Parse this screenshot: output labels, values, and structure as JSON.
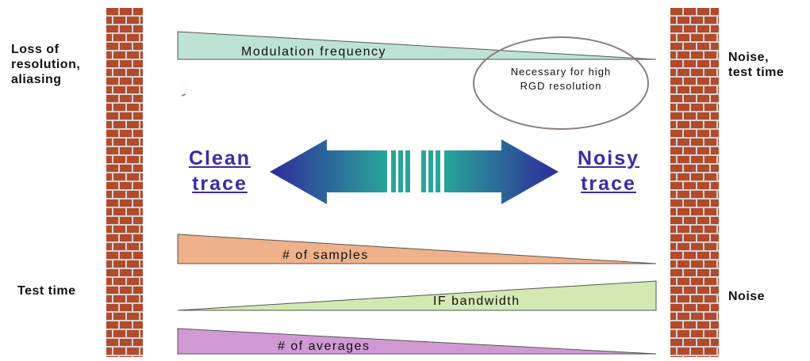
{
  "left_labels": {
    "top": "Loss of\nresolution,\naliasing",
    "bottom": "Test time"
  },
  "right_labels": {
    "top": "Noise,\ntest time",
    "bottom": "Noise"
  },
  "wedges": {
    "modulation": {
      "label": "Modulation frequency",
      "color": "#bde3d5"
    },
    "samples": {
      "label": "# of samples",
      "color": "#eeb18a"
    },
    "bandwidth": {
      "label": "IF bandwidth",
      "color": "#d4e8b2"
    },
    "averages": {
      "label": "# of averages",
      "color": "#cf9ad3"
    }
  },
  "note": "Necessary for high\nRGD resolution",
  "trace": {
    "clean": "Clean\ntrace",
    "noisy": "Noisy\ntrace"
  },
  "colors": {
    "brick": "#b24a2c",
    "mortar": "#d3d3d3",
    "arrow_dark": "#2e2a9a",
    "arrow_light": "#28a59a",
    "label_blue": "#3a2ca4"
  }
}
